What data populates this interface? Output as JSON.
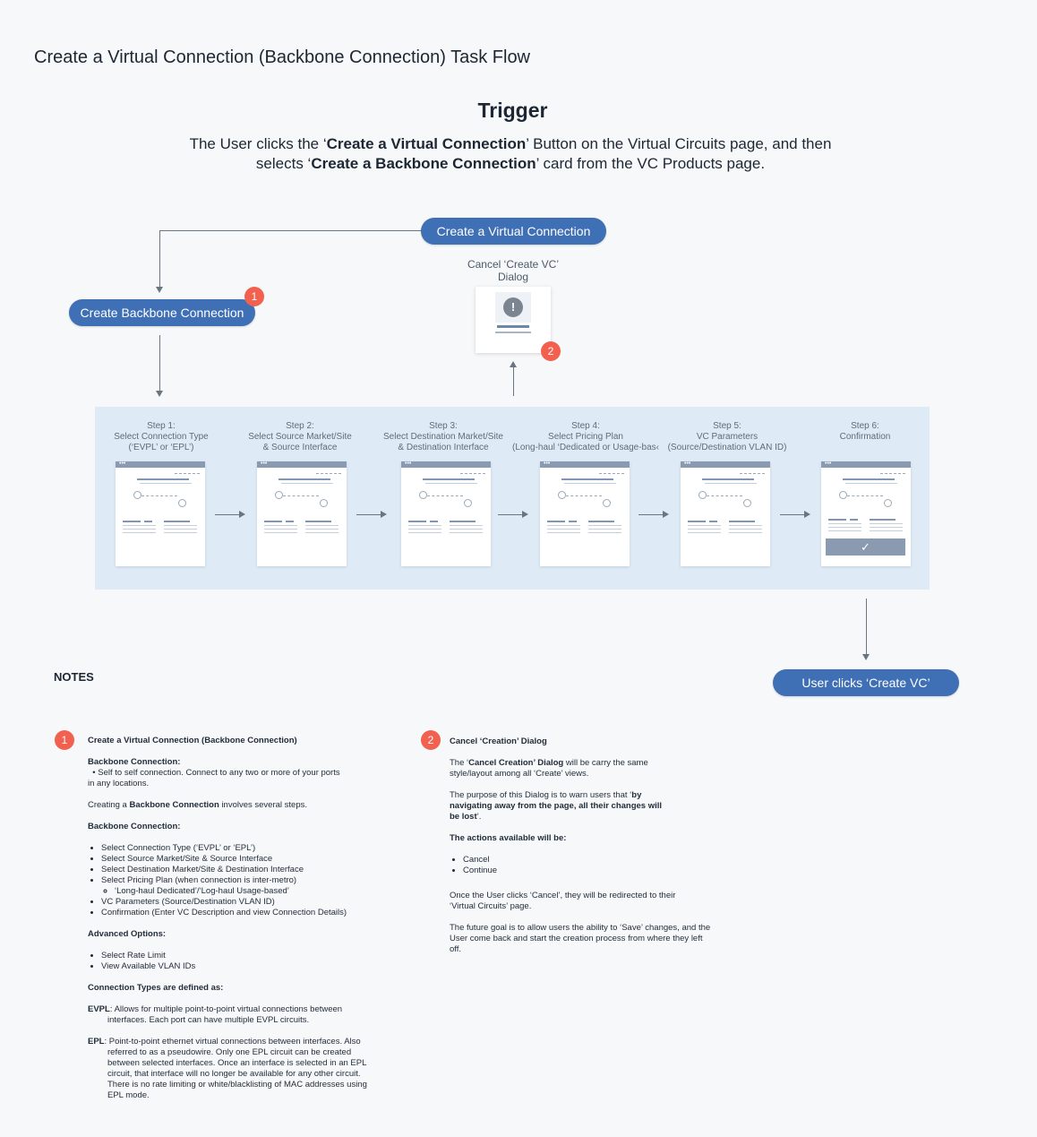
{
  "title": "Create a Virtual Connection (Backbone Connection) Task Flow",
  "trigger": {
    "heading": "Trigger",
    "line1_prefix": "The User clicks the ‘",
    "line1_bold": "Create a Virtual Connection",
    "line1_suffix": "’ Button on the Virtual Circuits page, and then",
    "line2_prefix": "selects ‘",
    "line2_bold": "Create a Backbone Connection",
    "line2_suffix": "’ card from the VC Products page."
  },
  "flow": {
    "create_vc_button": "Create a Virtual Connection",
    "create_backbone_button": "Create Backbone Connection",
    "cancel_dialog_label_1": "Cancel ‘Create VC’",
    "cancel_dialog_label_2": "Dialog",
    "dialog_icon": "!",
    "user_clicks_button": "User clicks ‘Create VC’",
    "badge_1": "1",
    "badge_2": "2",
    "check_icon": "✓",
    "steps": [
      {
        "l1": "Step 1:",
        "l2": "Select Connection Type",
        "l3": "(‘EVPL’ or ‘EPL’)"
      },
      {
        "l1": "Step 2:",
        "l2": "Select Source Market/Site",
        "l3": "& Source Interface"
      },
      {
        "l1": "Step 3:",
        "l2": "Select Destination Market/Site",
        "l3": "& Destination Interface"
      },
      {
        "l1": "Step 4:",
        "l2": "Select Pricing Plan",
        "l3": "(Long-haul ‘Dedicated or Usage-bas‹"
      },
      {
        "l1": "Step 5:",
        "l2": "VC Parameters",
        "l3": "(Source/Destination VLAN ID)"
      },
      {
        "l1": "Step 6:",
        "l2": "Confirmation",
        "l3": ""
      }
    ]
  },
  "notes": {
    "heading": "NOTES",
    "note1": {
      "badge": "1",
      "title": "Create a Virtual Connection (Backbone Connection)",
      "bc_heading": "Backbone Connection:",
      "bc_bullet": "Self to self connection. Connect to any two or more of your ports",
      "bc_bullet_cont": "in any locations.",
      "creating_prefix": "Creating a ",
      "creating_bold": "Backbone Connection",
      "creating_suffix": " involves several steps.",
      "bc_heading2": "Backbone Connection:",
      "steps": [
        "Select Connection Type (‘EVPL’ or ‘EPL’)",
        "Select Source Market/Site & Source Interface",
        "Select Destination Market/Site & Destination Interface",
        "Select Pricing Plan (when connection is inter-metro)"
      ],
      "sub_step": "‘Long-haul Dedicated’/‘Log-haul Usage-based’",
      "steps_after": [
        "VC Parameters (Source/Destination VLAN ID)",
        "Confirmation (Enter VC Description and view Connection Details)"
      ],
      "advanced_heading": "Advanced Options:",
      "advanced": [
        "Select Rate Limit",
        "View Available VLAN IDs"
      ],
      "types_heading": "Connection Types are defined as:",
      "evpl_label": "EVPL",
      "evpl_text": ": Allows for multiple point-to-point virtual connections between interfaces. Each port can have multiple EVPL circuits.",
      "epl_label": "EPL",
      "epl_text": ": Point-to-point ethernet virtual connections between interfaces. Also referred to as a pseudowire. Only one EPL circuit can be created between selected interfaces. Once an interface is selected in an EPL circuit, that interface will no longer be available for any other circuit. There is no rate limiting or white/blacklisting of MAC addresses using EPL mode."
    },
    "note2": {
      "badge": "2",
      "title": "Cancel ‘Creation’ Dialog",
      "p1_prefix": "The ‘",
      "p1_bold": "Cancel Creation’ Dialog",
      "p1_suffix": " will be carry the same style/layout among all ‘Create’ views.",
      "p2_prefix": "The purpose of this Dialog is to warn users that ‘",
      "p2_bold": "by navigating away from the page, all their changes will be lost",
      "p2_suffix": "’.",
      "actions_heading": "The actions available will be:",
      "actions": [
        "Cancel",
        "Continue"
      ],
      "p3": "Once the User clicks ‘Cancel’, they will be redirected to their ‘Virtual Circuits’ page.",
      "p4": "The future goal is to allow users the ability to ‘Save’ changes, and the User come back and start the creation process from where they left off."
    }
  }
}
